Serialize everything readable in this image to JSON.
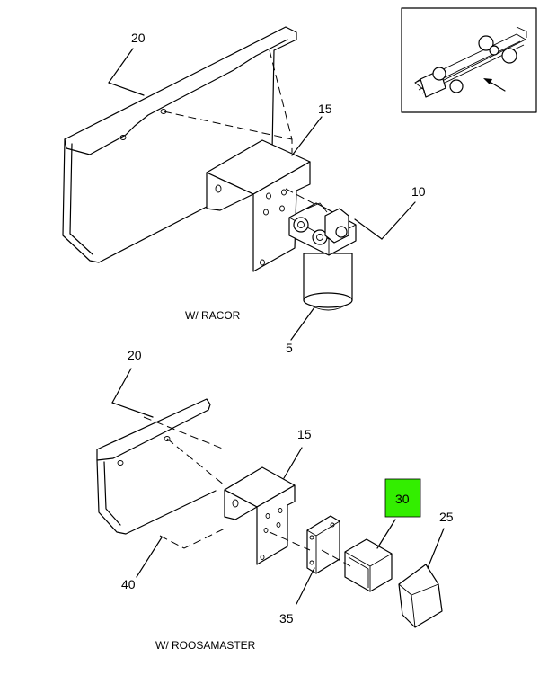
{
  "callouts": {
    "frame_top": "20",
    "bracket_top": "15",
    "filter_racor": "10",
    "bowl_racor": "5",
    "frame_bottom": "20",
    "bracket_bottom": "15",
    "part_30": "30",
    "cover_25": "25",
    "frame_40": "40",
    "plate_35": "35"
  },
  "captions": {
    "racor": "W/ RACOR",
    "roosamaster": "W/ ROOSAMASTER"
  },
  "colors": {
    "highlight": "#33ee00",
    "line": "#000000"
  }
}
